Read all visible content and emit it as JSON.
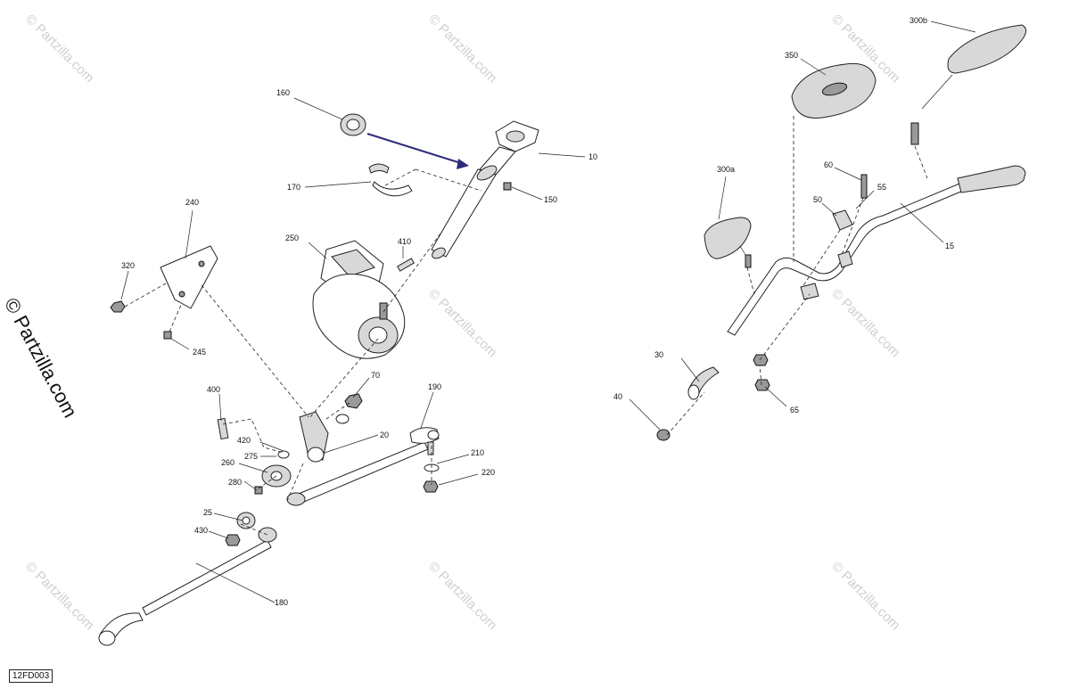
{
  "watermark": "© Partzilla.com",
  "diagram_code": "12FD003",
  "callouts": {
    "c10": "10",
    "c15": "15",
    "c20": "20",
    "c25": "25",
    "c30": "30",
    "c40": "40",
    "c50": "50",
    "c55": "55",
    "c60": "60",
    "c65": "65",
    "c70": "70",
    "c150": "150",
    "c160": "160",
    "c170": "170",
    "c180": "180",
    "c190": "190",
    "c210": "210",
    "c220": "220",
    "c240": "240",
    "c245": "245",
    "c250": "250",
    "c260": "260",
    "c275": "275",
    "c280": "280",
    "c300a": "300a",
    "c300b": "300b",
    "c320": "320",
    "c350": "350",
    "c400": "400",
    "c410": "410",
    "c420": "420",
    "c430": "430"
  },
  "colors": {
    "arrow": "#2c2c7a",
    "ink": "#222222",
    "watermark": "#cfcfcf"
  }
}
